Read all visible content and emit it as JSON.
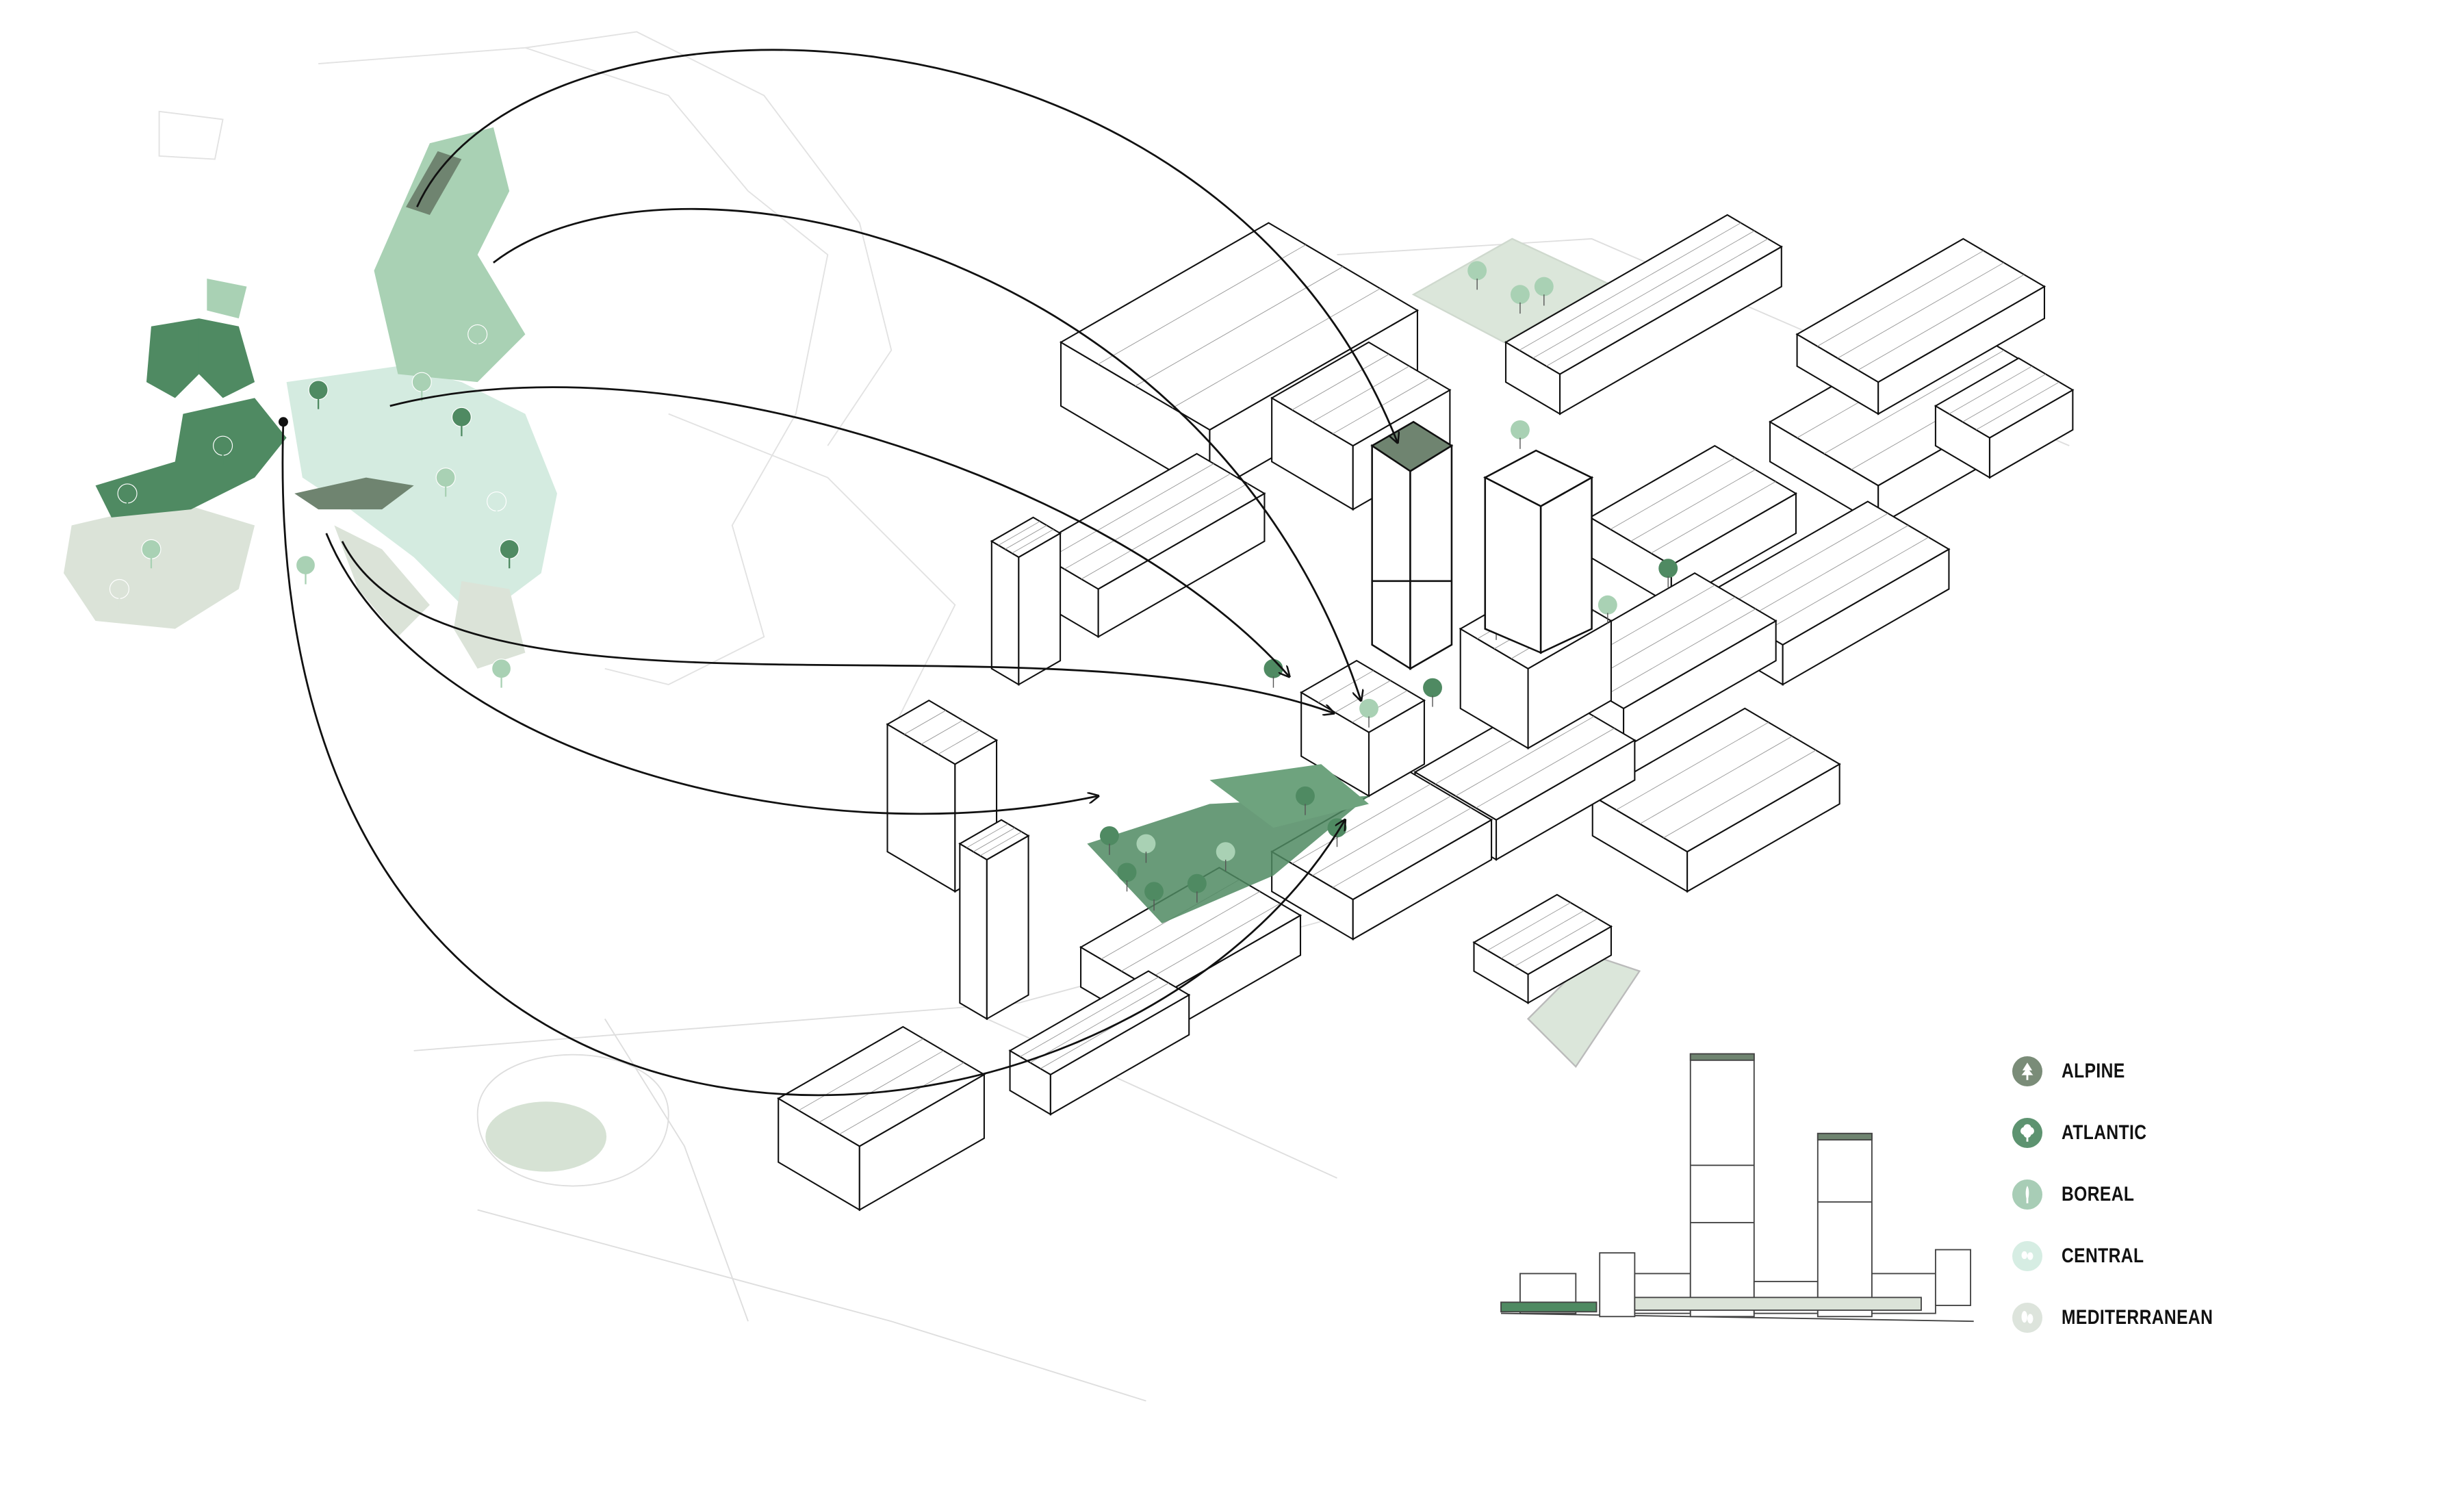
{
  "legend": {
    "items": [
      {
        "label": "ALPINE",
        "color": "#7a8c78",
        "icon": "fir-tree-icon"
      },
      {
        "label": "ATLANTIC",
        "color": "#5d9370",
        "icon": "deciduous-tree-icon"
      },
      {
        "label": "BOREAL",
        "color": "#a8cdb6",
        "icon": "cypress-tree-icon"
      },
      {
        "label": "CENTRAL",
        "color": "#d6ede3",
        "icon": "two-trees-icon"
      },
      {
        "label": "MEDITERRANEAN",
        "color": "#dde4dc",
        "icon": "olive-trees-icon"
      }
    ]
  },
  "colors": {
    "alpine": "#6f8470",
    "atlantic": "#4f8a62",
    "boreal": "#a9d1b4",
    "central": "#d4ebe0",
    "mediterranean": "#dbe3d8",
    "line": "#111111",
    "ghost": "#d9d9d9"
  }
}
